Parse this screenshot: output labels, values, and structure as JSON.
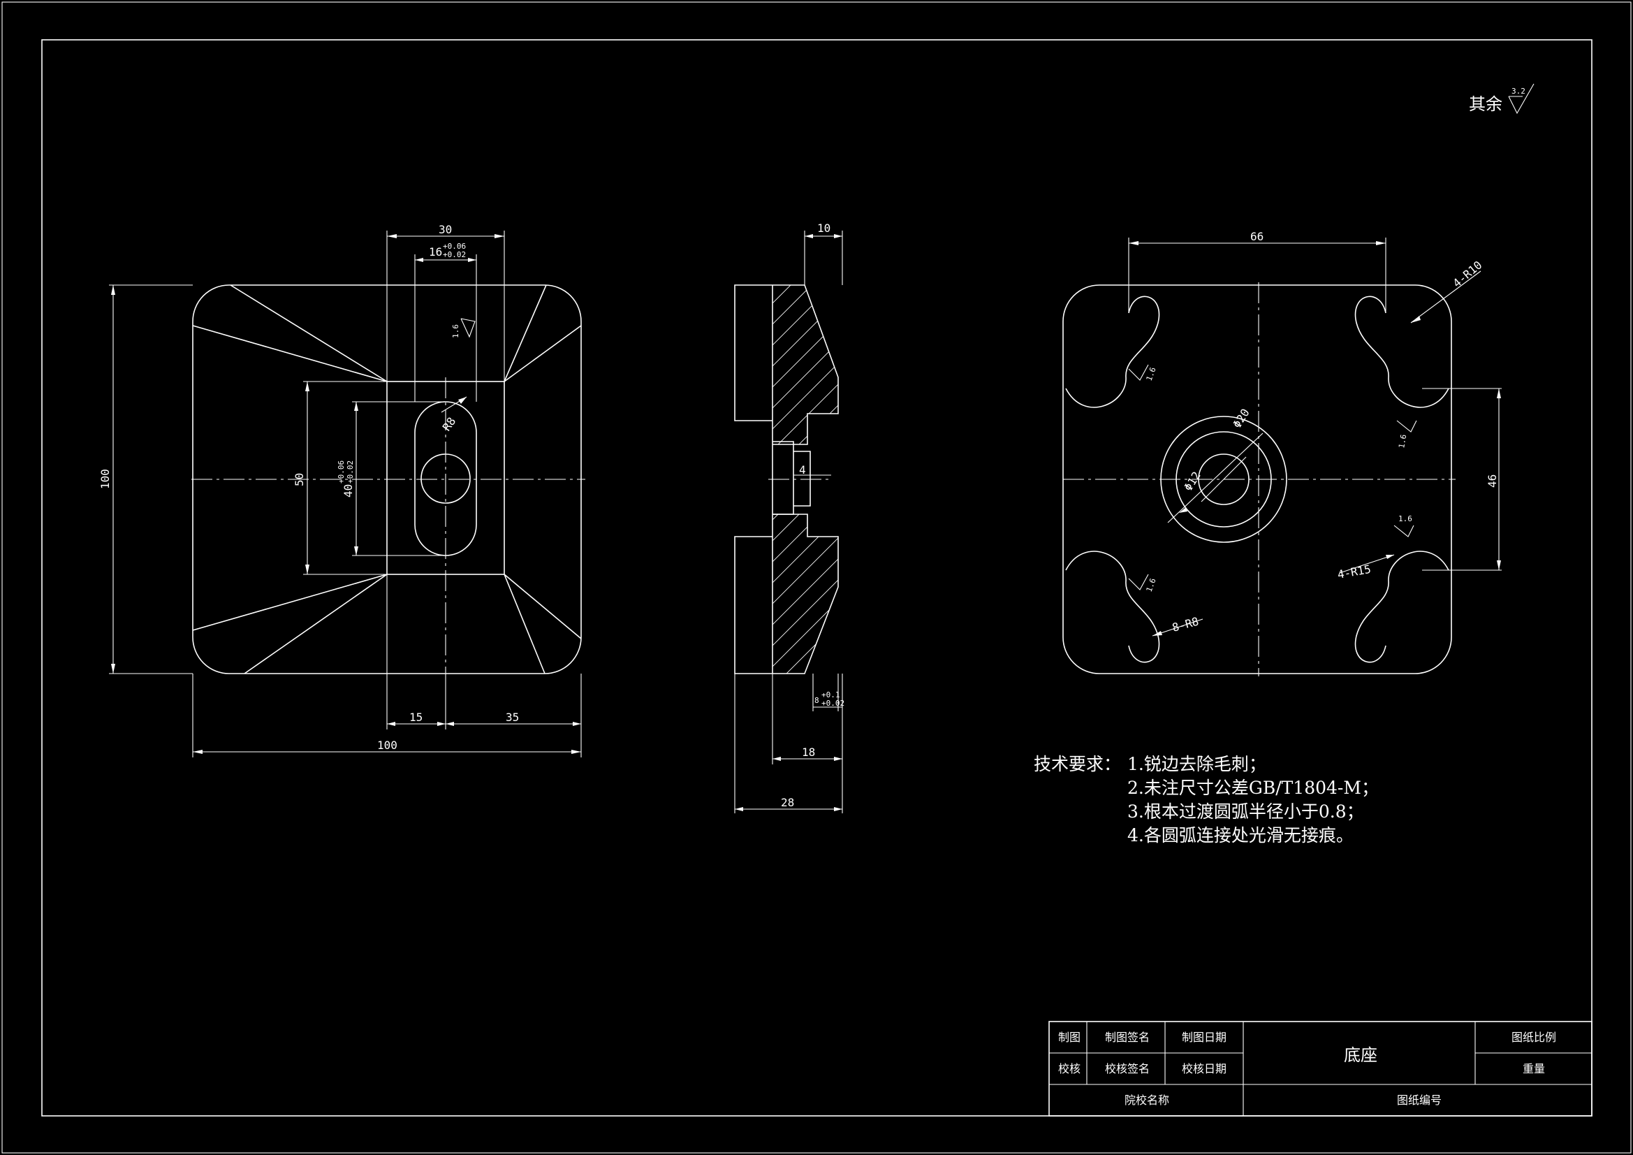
{
  "surface_finish": {
    "label": "其余",
    "value": "3.2"
  },
  "front_view": {
    "dims": {
      "top_width": "30",
      "slot_width_base": "16",
      "slot_width_tol_upper": "+0.06",
      "slot_width_tol_lower": "+0.02",
      "roughness": "1.6",
      "height": "100",
      "inner_height": "50",
      "slot_len_base": "40",
      "slot_len_tol_upper": "+0.06",
      "slot_len_tol_lower": "+0.02",
      "slot_radius": "R8",
      "offset_left": "15",
      "offset_right": "35",
      "width": "100"
    }
  },
  "side_view": {
    "dims": {
      "flange": "10",
      "recess": "4",
      "tol_base": "8",
      "tol_upper": "+0.1",
      "tol_lower": "+0.02",
      "mid_width": "18",
      "total_width": "28"
    }
  },
  "right_view": {
    "dims": {
      "hole_spacing_h": "66",
      "corner_radius": "4-R10",
      "rough_a": "1.6",
      "rough_b": "1.6",
      "rough_c": "1.6",
      "rough_d": "1.6",
      "outer_dia": "Φ20",
      "inner_dia": "Φ12",
      "hole_spacing_v": "46",
      "slot_radius_large": "4-R15",
      "slot_radius_small": "8-R8"
    }
  },
  "tech_requirements": {
    "heading": "技术要求：",
    "items": [
      "1.锐边去除毛刺；",
      "2.未注尺寸公差GB/T1804-M；",
      "3.根本过渡圆弧半径小于0.8；",
      "4.各圆弧连接处光滑无接痕。"
    ]
  },
  "title_block": {
    "drawn_label": "制图",
    "drawn_sign": "制图签名",
    "drawn_date": "制图日期",
    "checked_label": "校核",
    "checked_sign": "校核签名",
    "checked_date": "校核日期",
    "part_name": "底座",
    "scale_label": "图纸比例",
    "weight_label": "重量",
    "school_label": "院校名称",
    "drawing_no_label": "图纸编号"
  }
}
